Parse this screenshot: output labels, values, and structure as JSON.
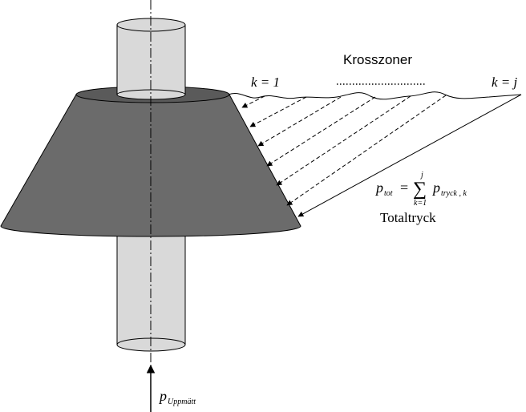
{
  "diagram": {
    "title": "Krosszoner",
    "zone_first_label": "k = 1",
    "zone_last_label": "k = j",
    "total_label": "Totaltryck",
    "formula": {
      "lhs_symbol": "p",
      "lhs_subscript": "tot",
      "equals": "=",
      "sum_symbol": "∑",
      "sum_upper": "j",
      "sum_lower": "k=1",
      "term_symbol": "p",
      "term_subscript": "tryck , k"
    },
    "measured_label": {
      "symbol": "p",
      "subscript": "Uppmätt"
    },
    "colors": {
      "cone_fill": "#6b6b6b",
      "cone_top": "#5a5a5a",
      "shaft_fill": "#d9d9d9",
      "line": "#000000"
    }
  }
}
